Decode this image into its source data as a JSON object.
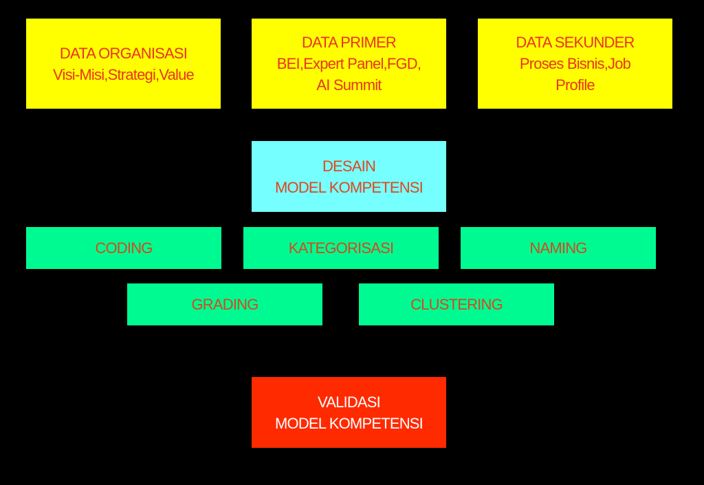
{
  "sources": [
    {
      "title": "DATA ORGANISASI",
      "lines": [
        "Visi-Misi,Strategi,Value"
      ]
    },
    {
      "title": "DATA PRIMER",
      "lines": [
        "BEI,Expert Panel,FGD,",
        "AI Summit"
      ]
    },
    {
      "title": "DATA SEKUNDER",
      "lines": [
        "Proses Bisnis,Job",
        "Profile"
      ]
    }
  ],
  "design": {
    "line1": "DESAIN",
    "line2": "MODEL KOMPETENSI"
  },
  "steps": [
    "CODING",
    "KATEGORISASI",
    "NAMING",
    "GRADING",
    "CLUSTERING"
  ],
  "validation": {
    "line1": "VALIDASI",
    "line2": "MODEL KOMPETENSI"
  },
  "colors": {
    "source": "#ffff00",
    "design": "#76ffff",
    "step": "#00fa92",
    "validation": "#ff2a00",
    "background": "#000000"
  }
}
